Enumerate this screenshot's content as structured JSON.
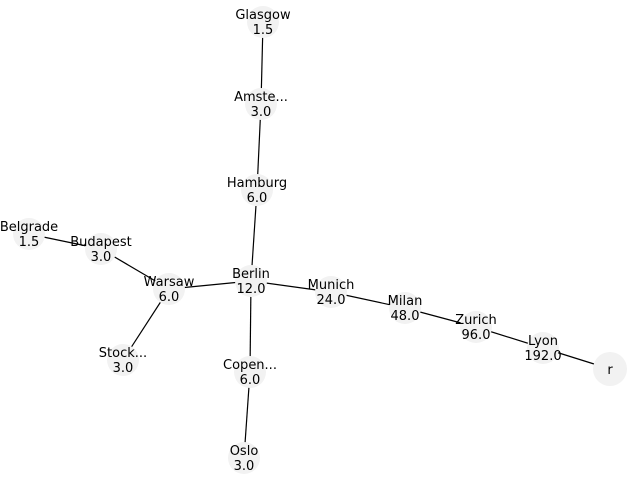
{
  "diagram": {
    "type": "tree",
    "node_color": "#f2f2f2",
    "edge_color": "#000000",
    "nodes": [
      {
        "id": "glasgow",
        "name": "Glasgow",
        "value": "1.5"
      },
      {
        "id": "amsterdam",
        "name": "Amste...",
        "value": "3.0"
      },
      {
        "id": "hamburg",
        "name": "Hamburg",
        "value": "6.0"
      },
      {
        "id": "berlin",
        "name": "Berlin",
        "value": "12.0"
      },
      {
        "id": "belgrade",
        "name": "Belgrade",
        "value": "1.5"
      },
      {
        "id": "budapest",
        "name": "Budapest",
        "value": "3.0"
      },
      {
        "id": "warsaw",
        "name": "Warsaw",
        "value": "6.0"
      },
      {
        "id": "stockholm",
        "name": "Stock...",
        "value": "3.0"
      },
      {
        "id": "copenhagen",
        "name": "Copen...",
        "value": "6.0"
      },
      {
        "id": "oslo",
        "name": "Oslo",
        "value": "3.0"
      },
      {
        "id": "munich",
        "name": "Munich",
        "value": "24.0"
      },
      {
        "id": "milan",
        "name": "Milan",
        "value": "48.0"
      },
      {
        "id": "zurich",
        "name": "Zurich",
        "value": "96.0"
      },
      {
        "id": "lyon",
        "name": "Lyon",
        "value": "192.0"
      },
      {
        "id": "root",
        "name": "r",
        "value": ""
      }
    ],
    "edges": [
      {
        "from": "glasgow",
        "to": "amsterdam"
      },
      {
        "from": "amsterdam",
        "to": "hamburg"
      },
      {
        "from": "hamburg",
        "to": "berlin"
      },
      {
        "from": "belgrade",
        "to": "budapest"
      },
      {
        "from": "budapest",
        "to": "warsaw"
      },
      {
        "from": "warsaw",
        "to": "berlin"
      },
      {
        "from": "stockholm",
        "to": "warsaw"
      },
      {
        "from": "copenhagen",
        "to": "berlin"
      },
      {
        "from": "oslo",
        "to": "copenhagen"
      },
      {
        "from": "berlin",
        "to": "munich"
      },
      {
        "from": "munich",
        "to": "milan"
      },
      {
        "from": "milan",
        "to": "zurich"
      },
      {
        "from": "zurich",
        "to": "lyon"
      },
      {
        "from": "lyon",
        "to": "root"
      }
    ]
  }
}
